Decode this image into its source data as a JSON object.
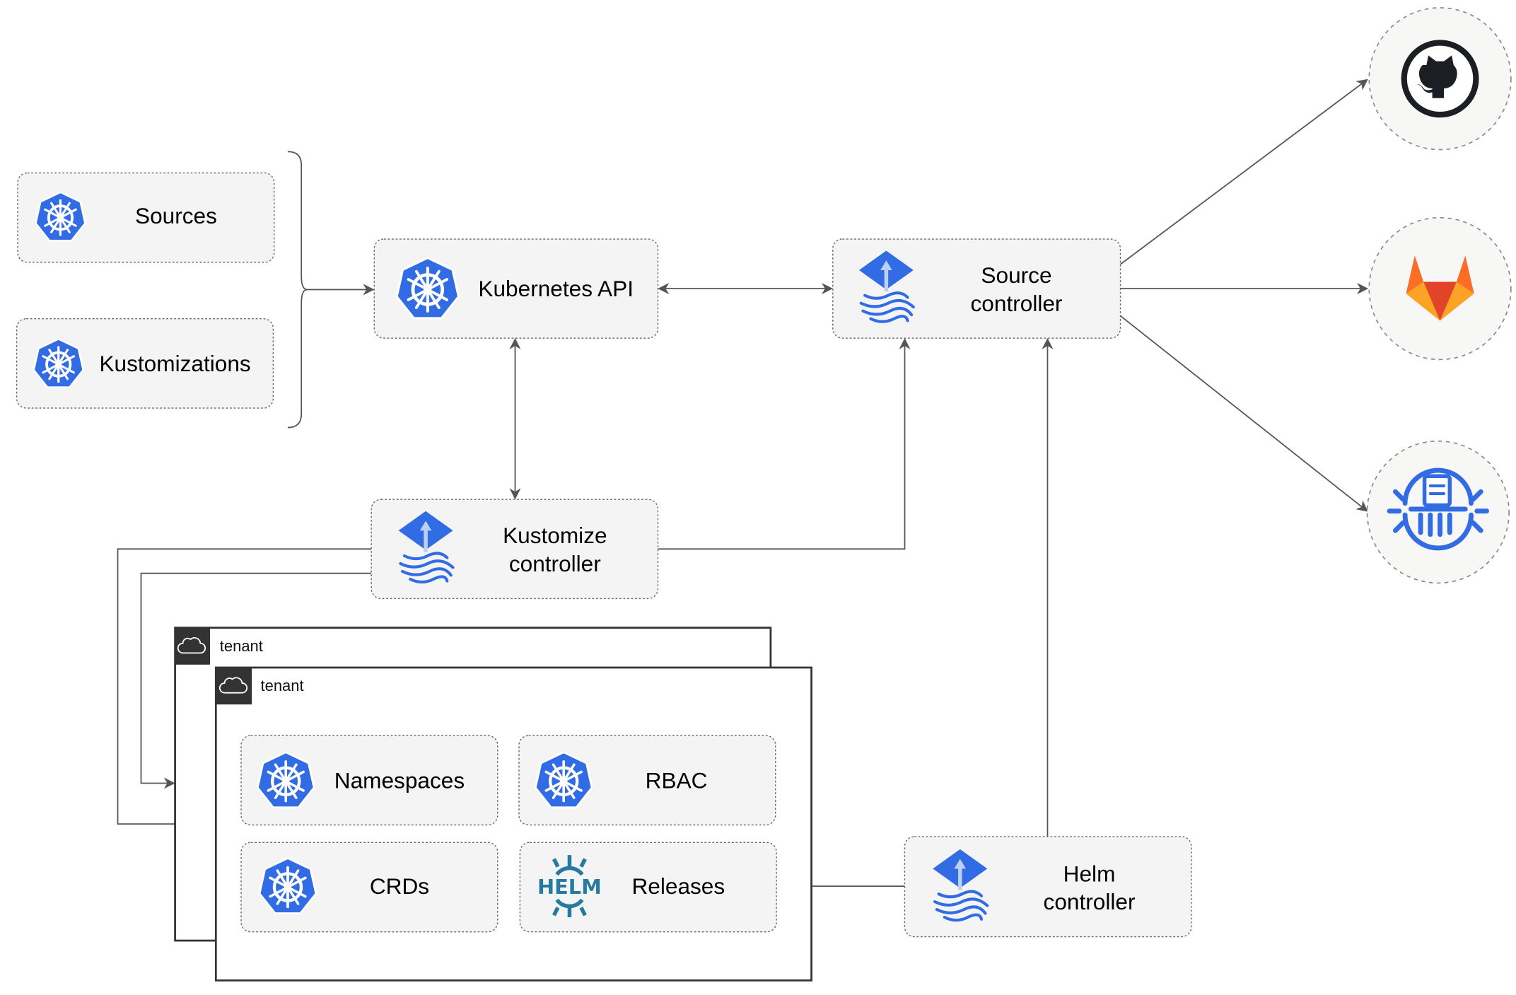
{
  "nodes": {
    "sources": "Sources",
    "kustomizations": "Kustomizations",
    "kubernetes_api": "Kubernetes API",
    "source_controller": [
      "Source",
      "controller"
    ],
    "kustomize_controller": [
      "Kustomize",
      "controller"
    ],
    "helm_controller": [
      "Helm",
      "controller"
    ],
    "namespaces": "Namespaces",
    "rbac": "RBAC",
    "crds": "CRDs",
    "releases": "Releases",
    "helm_logo": "HELM"
  },
  "tenants": [
    "tenant",
    "tenant"
  ],
  "external_sources": [
    "github-icon",
    "gitlab-icon",
    "bucket-icon"
  ],
  "colors": {
    "kubernetes": "#326ce5",
    "helm": "#277a9f",
    "github": "#1b1f23",
    "gitlab": "#e24329",
    "edge": "#555555"
  }
}
